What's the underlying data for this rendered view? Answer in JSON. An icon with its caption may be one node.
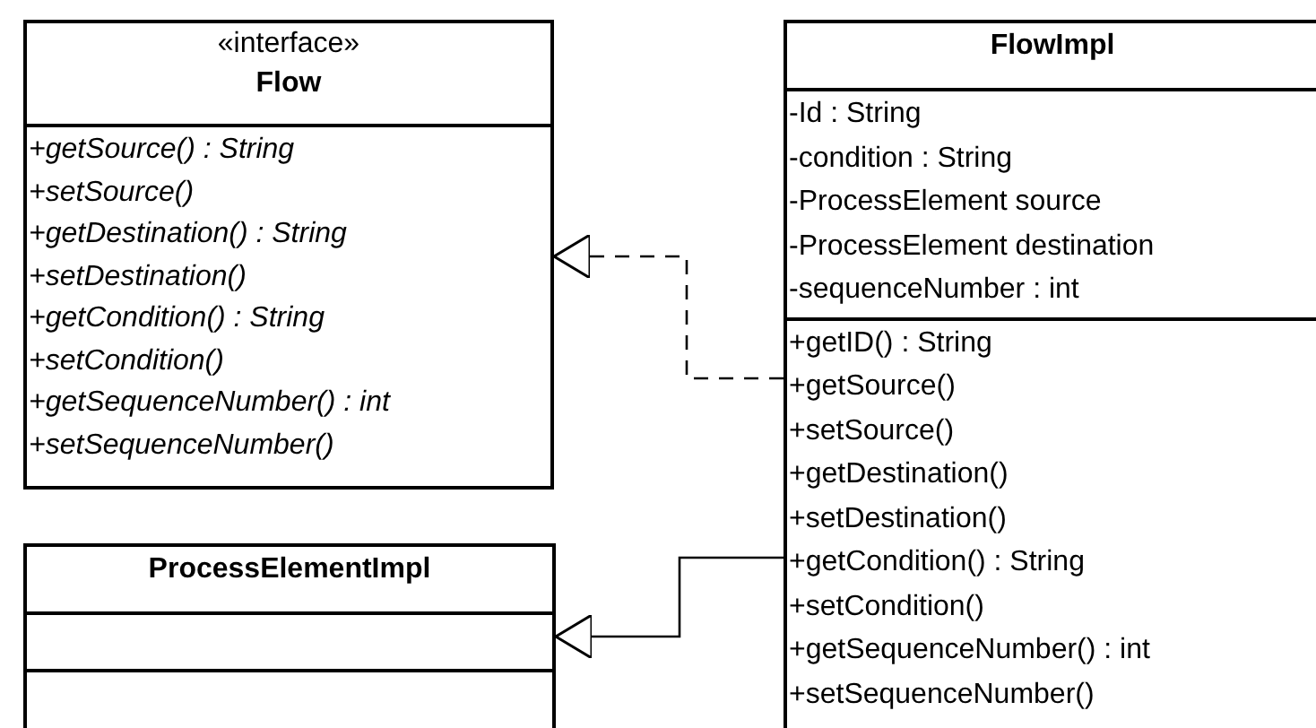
{
  "diagram": {
    "nodes": [
      {
        "text": [
          "«interface»",
          "Flow",
          "+getSource() : String",
          "+setSource()",
          "+getDestination() : String",
          "+setDestination()",
          "+getCondition() : String",
          "+setCondition()",
          "+getSequenceNumber() : int",
          "+setSequenceNumber()"
        ]
      },
      {
        "text": [
          "FlowImpl",
          "-Id : String",
          "-condition : String",
          "-ProcessElement source",
          "-ProcessElement destination",
          "-sequenceNumber : int",
          "+getID() : String",
          "+getSource()",
          "+setSource()",
          "+getDestination()",
          "+setDestination()",
          "+getCondition() : String",
          "+setCondition()",
          "+getSequenceNumber() : int",
          "+setSequenceNumber()"
        ]
      },
      {
        "text": [
          "ProcessElementImpl"
        ]
      }
    ],
    "edges": [
      {
        "from": 1,
        "to": 0,
        "arrow": "to",
        "style": "dashed"
      },
      {
        "from": 1,
        "to": 2,
        "arrow": "to"
      }
    ]
  }
}
